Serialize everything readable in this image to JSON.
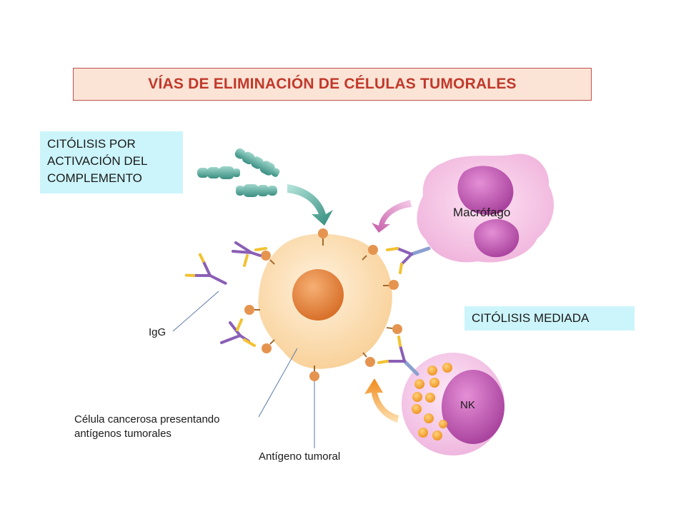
{
  "title": "VÍAS DE ELIMINACIÓN DE CÉLULAS TUMORALES",
  "complement_box": {
    "lines": [
      "CITÓLISIS POR",
      "ACTIVACIÓN DEL",
      "COMPLEMENTO"
    ]
  },
  "mediated_box": {
    "label": "CITÓLISIS MEDIADA"
  },
  "labels": {
    "macrophage": "Macrófago",
    "nk": "NK",
    "igg": "IgG",
    "cancer_cell": [
      "Célula cancerosa presentando",
      "antígenos tumorales"
    ],
    "antigen": "Antígeno tumoral"
  },
  "colors": {
    "title_text": "#c0392b",
    "title_bg": "#fbe4d6",
    "label_bg": "#ccf5fb",
    "tumor_cell": "#fbd9a8",
    "tumor_nucleus": "#e8873a",
    "macrophage": "#f5c4e6",
    "nk_cell": "#f4c8e8",
    "nucleus_purple": "#c25bb5",
    "complement": "#3f9a8c",
    "antibody_purple": "#8a5fb5",
    "antibody_yellow": "#f2c230"
  }
}
